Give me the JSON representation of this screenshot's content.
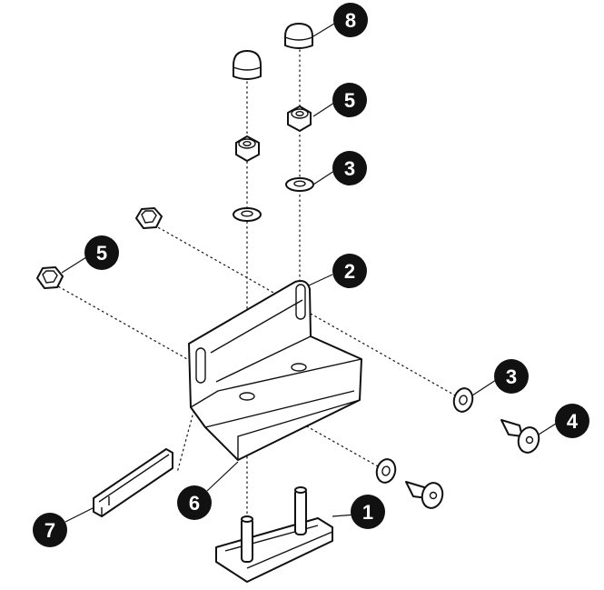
{
  "diagram": {
    "colors": {
      "ink": "#111111",
      "paper": "#ffffff",
      "callout_fill": "#111111",
      "callout_text": "#ffffff"
    },
    "callouts": [
      {
        "id": "callout-1",
        "label": "1"
      },
      {
        "id": "callout-2",
        "label": "2"
      },
      {
        "id": "callout-3a",
        "label": "3"
      },
      {
        "id": "callout-3b",
        "label": "3"
      },
      {
        "id": "callout-4",
        "label": "4"
      },
      {
        "id": "callout-5a",
        "label": "5"
      },
      {
        "id": "callout-5b",
        "label": "5"
      },
      {
        "id": "callout-6",
        "label": "6"
      },
      {
        "id": "callout-7",
        "label": "7"
      },
      {
        "id": "callout-8",
        "label": "8"
      }
    ]
  }
}
